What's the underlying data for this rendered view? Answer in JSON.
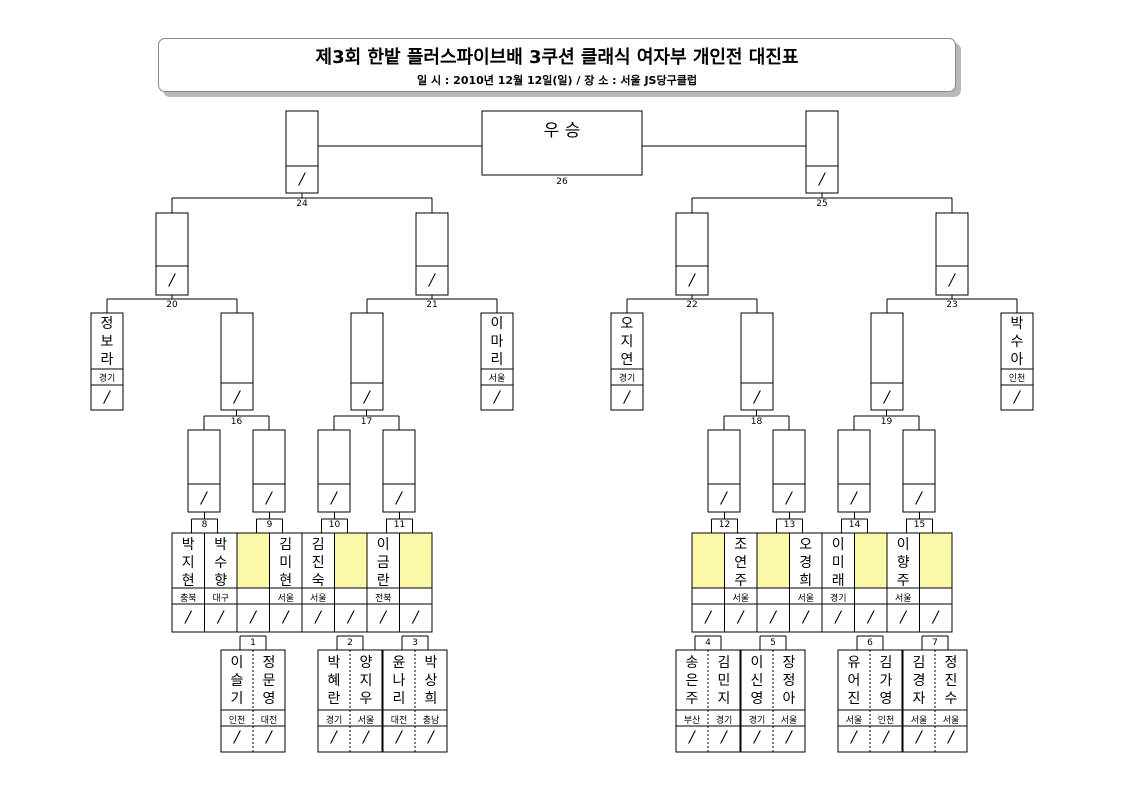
{
  "header": {
    "title": "제3회 한밭 플러스파이브배 3쿠션 클래식 여자부 개인전 대진표",
    "subtitle": "일 시 : 2010년 12월 12일(일)   /   장 소 : 서울 JS당구클럽"
  },
  "winner_label": "우 승",
  "score_placeholder": "/",
  "highlight_color": "#fbf8a8",
  "matches": [
    {
      "num": "1",
      "players": [
        {
          "name": "이슬기",
          "region": "인천"
        },
        {
          "name": "정문영",
          "region": "대전"
        }
      ]
    },
    {
      "num": "2",
      "players": [
        {
          "name": "박혜란",
          "region": "경기"
        },
        {
          "name": "양지우",
          "region": "서울"
        }
      ]
    },
    {
      "num": "3",
      "players": [
        {
          "name": "윤나리",
          "region": "대전"
        },
        {
          "name": "박상희",
          "region": "충남"
        }
      ]
    },
    {
      "num": "4",
      "players": [
        {
          "name": "송은주",
          "region": "부산"
        },
        {
          "name": "김민지",
          "region": "경기"
        }
      ]
    },
    {
      "num": "5",
      "players": [
        {
          "name": "이신영",
          "region": "경기"
        },
        {
          "name": "장정아",
          "region": "서울"
        }
      ]
    },
    {
      "num": "6",
      "players": [
        {
          "name": "유어진",
          "region": "서울"
        },
        {
          "name": "김가영",
          "region": "인천"
        }
      ]
    },
    {
      "num": "7",
      "players": [
        {
          "name": "김경자",
          "region": "서울"
        },
        {
          "name": "정진수",
          "region": "서울"
        }
      ]
    },
    {
      "num": "8",
      "players": [
        {
          "name": "박지현",
          "region": "충북"
        },
        {
          "name": "박수향",
          "region": "대구"
        }
      ]
    },
    {
      "num": "9",
      "players": [
        {
          "name": "",
          "region": ""
        },
        {
          "name": "김미현",
          "region": "서울"
        }
      ]
    },
    {
      "num": "10",
      "players": [
        {
          "name": "김진숙",
          "region": "서울"
        },
        {
          "name": "",
          "region": ""
        }
      ]
    },
    {
      "num": "11",
      "players": [
        {
          "name": "이금란",
          "region": "전북"
        },
        {
          "name": "",
          "region": ""
        }
      ]
    },
    {
      "num": "12",
      "players": [
        {
          "name": "",
          "region": ""
        },
        {
          "name": "조연주",
          "region": "서울"
        }
      ]
    },
    {
      "num": "13",
      "players": [
        {
          "name": "",
          "region": ""
        },
        {
          "name": "오경희",
          "region": "서울"
        }
      ]
    },
    {
      "num": "14",
      "players": [
        {
          "name": "이미래",
          "region": "경기"
        },
        {
          "name": "",
          "region": ""
        }
      ]
    },
    {
      "num": "15",
      "players": [
        {
          "name": "이향주",
          "region": "서울"
        },
        {
          "name": "",
          "region": ""
        }
      ]
    },
    {
      "num": "16"
    },
    {
      "num": "17"
    },
    {
      "num": "18"
    },
    {
      "num": "19"
    },
    {
      "num": "20",
      "players": [
        {
          "name": "정보라",
          "region": "경기"
        }
      ]
    },
    {
      "num": "21",
      "players": [
        {
          "name": "이마리",
          "region": "서울"
        }
      ]
    },
    {
      "num": "22",
      "players": [
        {
          "name": "오지연",
          "region": "경기"
        }
      ]
    },
    {
      "num": "23",
      "players": [
        {
          "name": "박수아",
          "region": "인천"
        }
      ]
    },
    {
      "num": "24"
    },
    {
      "num": "25"
    },
    {
      "num": "26"
    }
  ]
}
